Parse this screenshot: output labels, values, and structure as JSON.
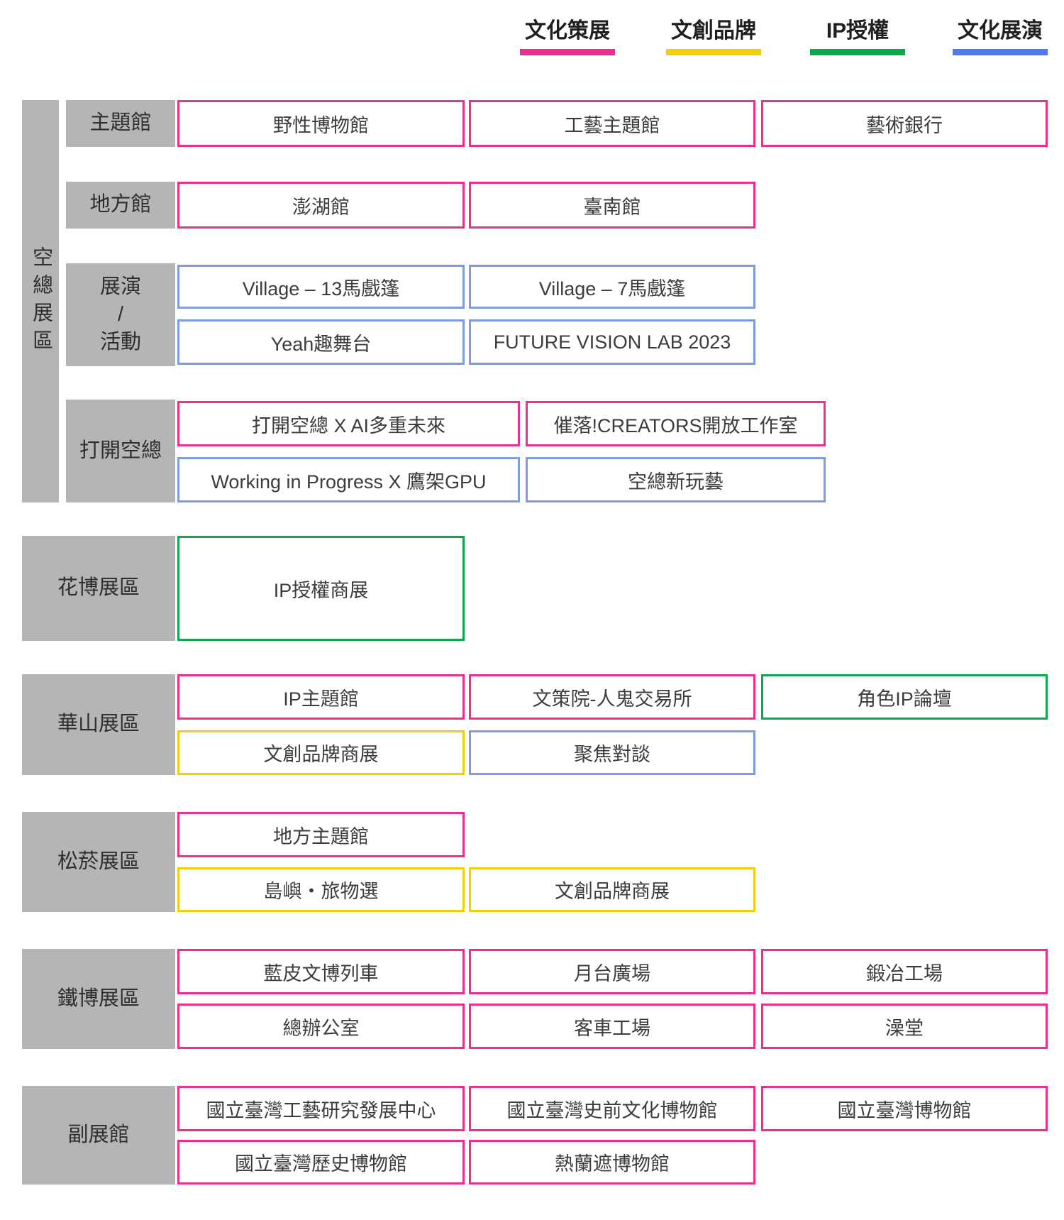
{
  "colors": {
    "pink": "#E9308C",
    "yellow": "#F5CE0A",
    "green": "#0FA74E",
    "blue_legend": "#4D7BEE",
    "blue_box_border": "#7D9BE0",
    "zone_label_bg": "#B5B5B5",
    "text": "#3C3C3C"
  },
  "legend": [
    {
      "label": "文化策展",
      "color": "#E9308C"
    },
    {
      "label": "文創品牌",
      "color": "#F5CE0A"
    },
    {
      "label": "IP授權",
      "color": "#0FA74E"
    },
    {
      "label": "文化展演",
      "color": "#4D7BEE"
    }
  ],
  "zones": [
    {
      "label": "空總展區",
      "groups": [
        {
          "label": "主題館",
          "items": [
            {
              "label": "野性博物館",
              "category": "文化策展"
            },
            {
              "label": "工藝主題館",
              "category": "文化策展"
            },
            {
              "label": "藝術銀行",
              "category": "文化策展"
            }
          ]
        },
        {
          "label": "地方館",
          "items": [
            {
              "label": "澎湖館",
              "category": "文化策展"
            },
            {
              "label": "臺南館",
              "category": "文化策展"
            }
          ]
        },
        {
          "label": "展演\n/\n活動",
          "items": [
            {
              "label": "Village – 13馬戲篷",
              "category": "文化展演"
            },
            {
              "label": "Village – 7馬戲篷",
              "category": "文化展演"
            },
            {
              "label": "Yeah趣舞台",
              "category": "文化展演"
            },
            {
              "label": "FUTURE VISION LAB 2023",
              "category": "文化展演"
            }
          ]
        },
        {
          "label": "打開空總",
          "items": [
            {
              "label": "打開空總 X AI多重未來",
              "category": "文化策展"
            },
            {
              "label": "催落!CREATORS開放工作室",
              "category": "文化策展"
            },
            {
              "label": "Working in Progress X 鷹架GPU",
              "category": "文化展演"
            },
            {
              "label": "空總新玩藝",
              "category": "文化展演"
            }
          ]
        }
      ]
    },
    {
      "label": "花博展區",
      "items": [
        {
          "label": "IP授權商展",
          "category": "IP授權"
        }
      ]
    },
    {
      "label": "華山展區",
      "items": [
        {
          "label": "IP主題館",
          "category": "文化策展"
        },
        {
          "label": "文策院-人鬼交易所",
          "category": "文化策展"
        },
        {
          "label": "角色IP論壇",
          "category": "IP授權"
        },
        {
          "label": "文創品牌商展",
          "category": "文創品牌"
        },
        {
          "label": "聚焦對談",
          "category": "文化展演"
        }
      ]
    },
    {
      "label": "松菸展區",
      "items": [
        {
          "label": "地方主題館",
          "category": "文化策展"
        },
        {
          "label": "島嶼・旅物選",
          "category": "文創品牌"
        },
        {
          "label": "文創品牌商展",
          "category": "文創品牌"
        }
      ]
    },
    {
      "label": "鐵博展區",
      "items": [
        {
          "label": "藍皮文博列車",
          "category": "文化策展"
        },
        {
          "label": "月台廣場",
          "category": "文化策展"
        },
        {
          "label": "鍛冶工場",
          "category": "文化策展"
        },
        {
          "label": "總辦公室",
          "category": "文化策展"
        },
        {
          "label": "客車工場",
          "category": "文化策展"
        },
        {
          "label": "澡堂",
          "category": "文化策展"
        }
      ]
    },
    {
      "label": "副展館",
      "items": [
        {
          "label": "國立臺灣工藝研究發展中心",
          "category": "文化策展"
        },
        {
          "label": "國立臺灣史前文化博物館",
          "category": "文化策展"
        },
        {
          "label": "國立臺灣博物館",
          "category": "文化策展"
        },
        {
          "label": "國立臺灣歷史博物館",
          "category": "文化策展"
        },
        {
          "label": "熱蘭遮博物館",
          "category": "文化策展"
        }
      ]
    }
  ]
}
